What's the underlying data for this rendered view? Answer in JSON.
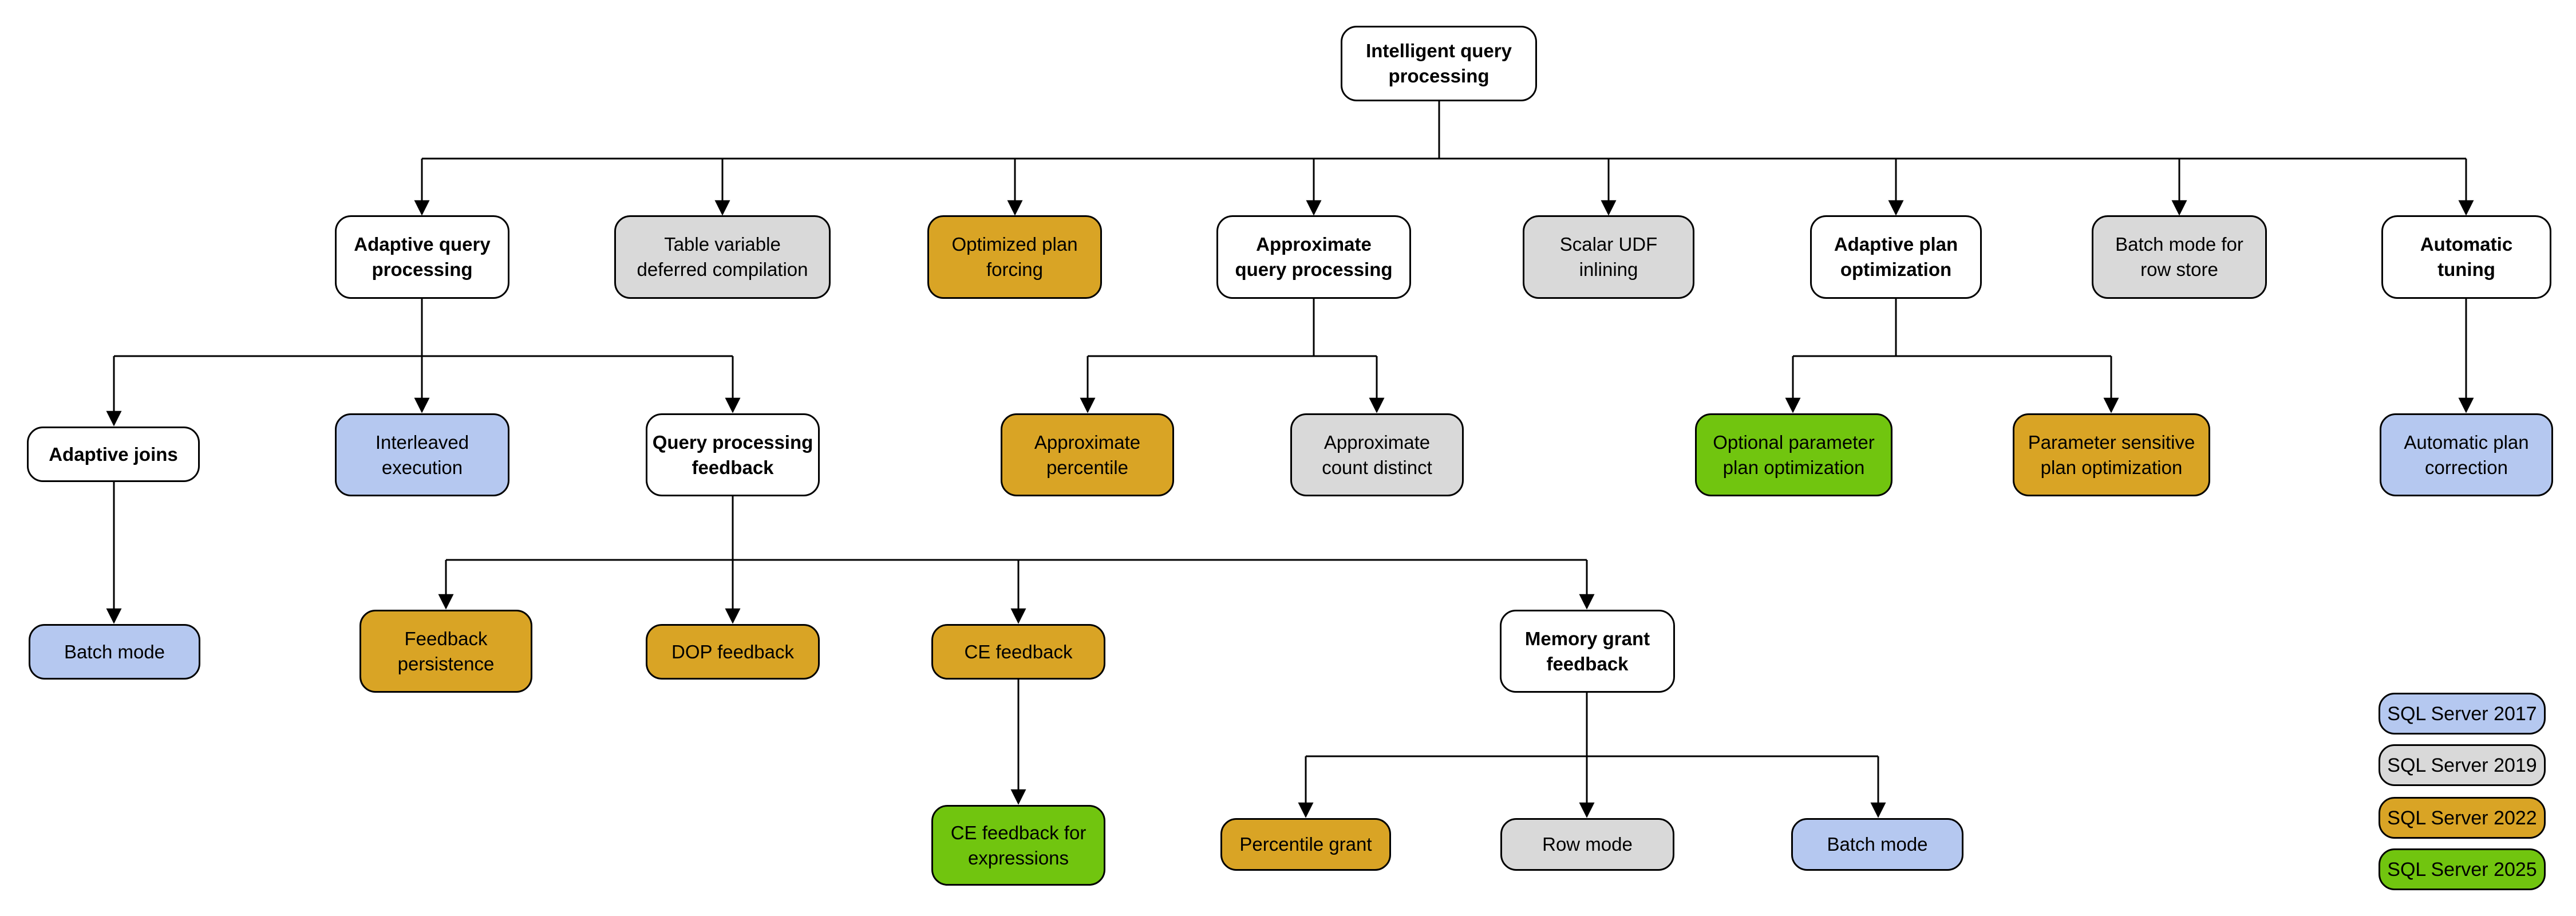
{
  "diagram": {
    "nodes": [
      {
        "id": "intelligent-query-processing",
        "label": "Intelligent query\nprocessing",
        "version": "category"
      },
      {
        "id": "adaptive-query-processing",
        "label": "Adaptive query\nprocessing",
        "version": "category"
      },
      {
        "id": "table-variable-deferred-compilation",
        "label": "Table variable\ndeferred compilation",
        "version": "2019"
      },
      {
        "id": "optimized-plan-forcing",
        "label": "Optimized plan\nforcing",
        "version": "2022"
      },
      {
        "id": "approximate-query-processing",
        "label": "Approximate\nquery processing",
        "version": "category"
      },
      {
        "id": "scalar-udf-inlining",
        "label": "Scalar UDF\ninlining",
        "version": "2019"
      },
      {
        "id": "adaptive-plan-optimization",
        "label": "Adaptive plan\noptimization",
        "version": "category"
      },
      {
        "id": "batch-mode-for-row-store",
        "label": "Batch mode for\nrow store",
        "version": "2019"
      },
      {
        "id": "automatic-tuning",
        "label": "Automatic\ntuning",
        "version": "category"
      },
      {
        "id": "adaptive-joins",
        "label": "Adaptive joins",
        "version": "category"
      },
      {
        "id": "interleaved-execution",
        "label": "Interleaved\nexecution",
        "version": "2017"
      },
      {
        "id": "query-processing-feedback",
        "label": "Query processing\nfeedback",
        "version": "category"
      },
      {
        "id": "approximate-percentile",
        "label": "Approximate\npercentile",
        "version": "2022"
      },
      {
        "id": "approximate-count-distinct",
        "label": "Approximate\ncount distinct",
        "version": "2019"
      },
      {
        "id": "optional-parameter-plan-optimization",
        "label": "Optional parameter\nplan optimization",
        "version": "2025"
      },
      {
        "id": "parameter-sensitive-plan-optimization",
        "label": "Parameter sensitive\nplan optimization",
        "version": "2022"
      },
      {
        "id": "automatic-plan-correction",
        "label": "Automatic plan\ncorrection",
        "version": "2017"
      },
      {
        "id": "batch-mode-adaptive-joins",
        "label": "Batch mode",
        "version": "2017"
      },
      {
        "id": "feedback-persistence",
        "label": "Feedback\npersistence",
        "version": "2022"
      },
      {
        "id": "dop-feedback",
        "label": "DOP feedback",
        "version": "2022"
      },
      {
        "id": "ce-feedback",
        "label": "CE feedback",
        "version": "2022"
      },
      {
        "id": "memory-grant-feedback",
        "label": "Memory grant\nfeedback",
        "version": "category"
      },
      {
        "id": "ce-feedback-for-expressions",
        "label": "CE feedback for\nexpressions",
        "version": "2025"
      },
      {
        "id": "percentile-grant",
        "label": "Percentile grant",
        "version": "2022"
      },
      {
        "id": "row-mode",
        "label": "Row mode",
        "version": "2019"
      },
      {
        "id": "batch-mode-memory-grant",
        "label": "Batch mode",
        "version": "2017"
      }
    ]
  },
  "legend": {
    "items": [
      {
        "label": "SQL Server 2017",
        "version": "2017"
      },
      {
        "label": "SQL Server 2019",
        "version": "2019"
      },
      {
        "label": "SQL Server 2022",
        "version": "2022"
      },
      {
        "label": "SQL Server 2025",
        "version": "2025"
      }
    ]
  },
  "palette": {
    "category": "#ffffff",
    "2017": "#b5c8f0",
    "2019": "#d9d9d9",
    "2022": "#d9a425",
    "2025": "#71c50f",
    "line": "#000000"
  }
}
